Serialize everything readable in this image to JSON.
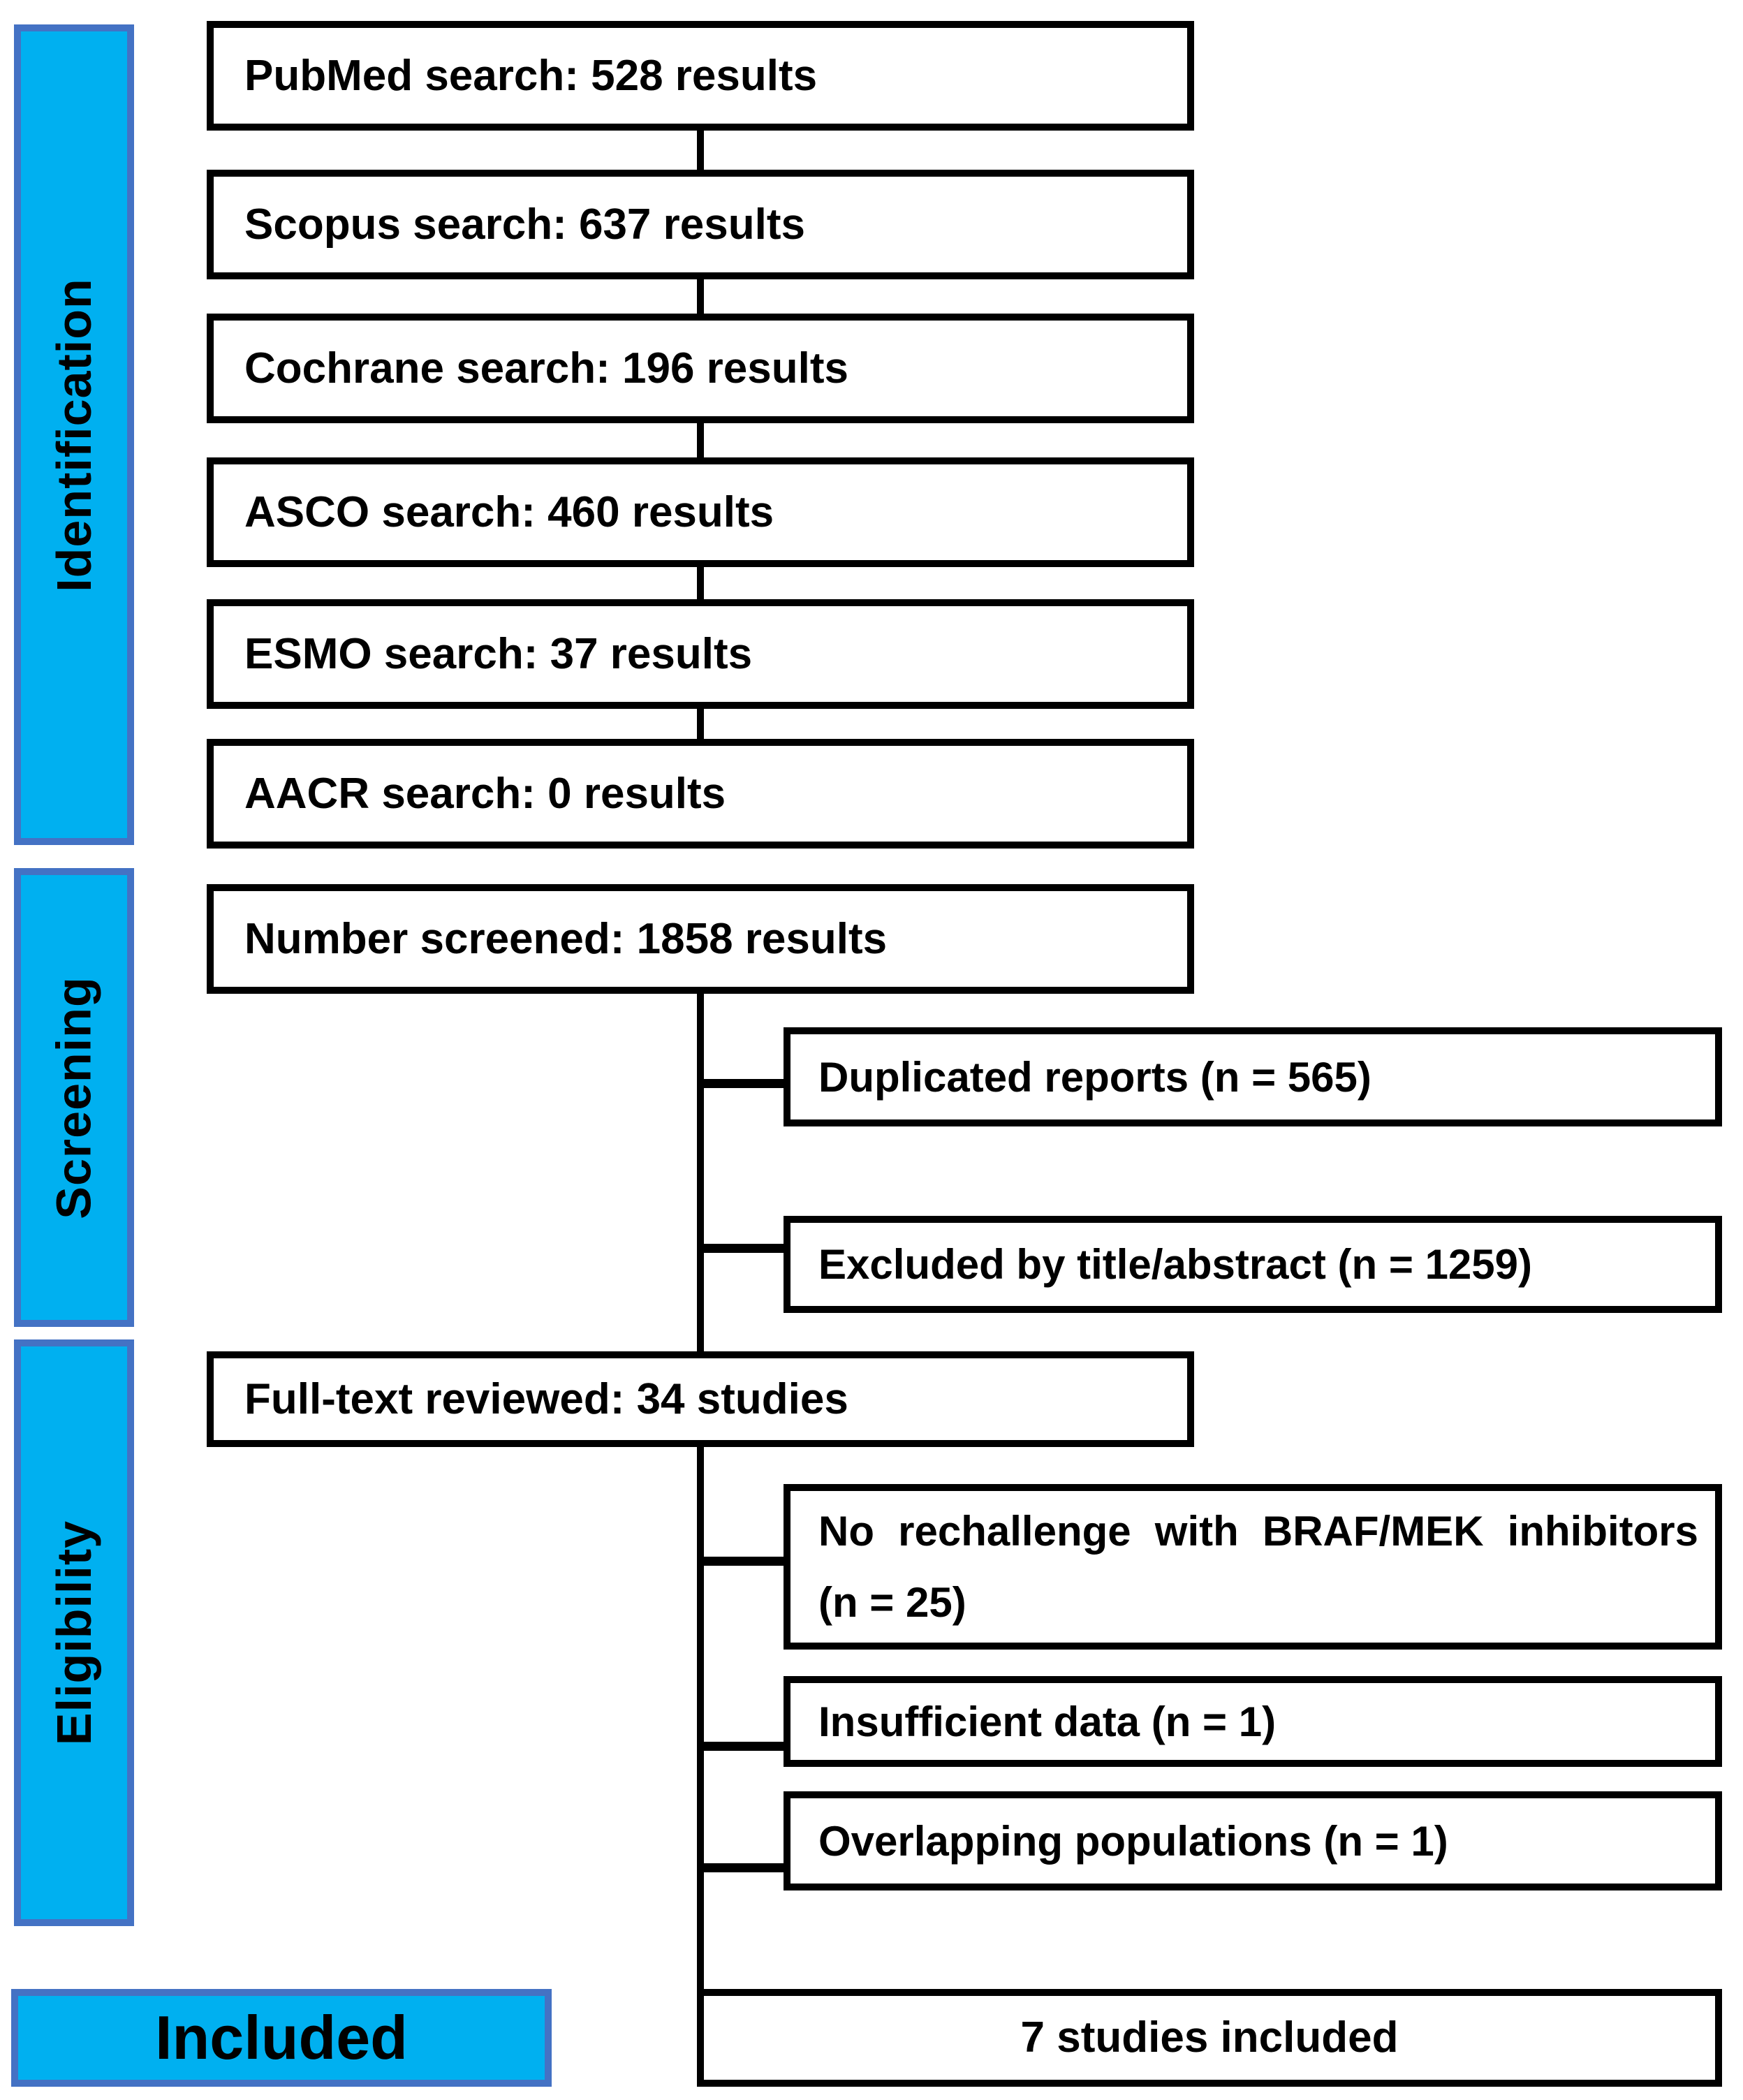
{
  "title": "Study selection flow diagram",
  "colors": {
    "phase_fill": "#00B0F0",
    "phase_border": "#4472C4",
    "box_border": "#000000",
    "box_fill": "#FFFFFF",
    "text": "#000000"
  },
  "phases": {
    "identification": "Identification",
    "screening": "Screening",
    "eligibility": "Eligibility",
    "included": "Included"
  },
  "identification_boxes": {
    "pubmed": "PubMed search: 528 results",
    "scopus": "Scopus search: 637 results",
    "cochrane": "Cochrane search: 196 results",
    "asco": "ASCO search: 460 results",
    "esmo": "ESMO search: 37 results",
    "aacr": "AACR search: 0 results"
  },
  "screening_boxes": {
    "screened": "Number screened: 1858 results",
    "duplicated": "Duplicated reports (n = 565)",
    "excluded_title_abstract": "Excluded by title/abstract (n = 1259)"
  },
  "eligibility_boxes": {
    "fulltext": "Full-text reviewed: 34 studies",
    "no_rechallenge": "No rechallenge with BRAF/MEK inhibitors (n = 25)",
    "insufficient": "Insufficient data (n = 1)",
    "overlapping": "Overlapping populations (n = 1)"
  },
  "included_boxes": {
    "final": "7 studies included"
  }
}
